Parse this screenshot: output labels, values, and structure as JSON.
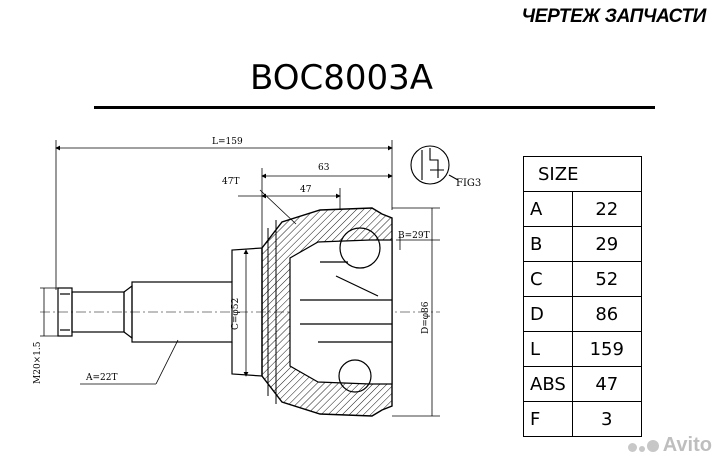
{
  "header": {
    "doc_title": "ЧЕРТЕЖ ЗАПЧАСТИ",
    "part_number": "BOC8003A"
  },
  "drawing": {
    "labels": {
      "overall_length": "L=159",
      "dim_63": "63",
      "dim_47": "47",
      "abs_teeth": "47T",
      "fig_ref": "FIG3",
      "inner_spline": "B=29T",
      "diameter_c": "C=φ52",
      "diameter_d": "D=φ86",
      "thread": "M20×1.5",
      "outer_spline": "A=22T"
    }
  },
  "size_table": {
    "header": "SIZE",
    "rows": [
      {
        "key": "A",
        "value": "22"
      },
      {
        "key": "B",
        "value": "29"
      },
      {
        "key": "C",
        "value": "52"
      },
      {
        "key": "D",
        "value": "86"
      },
      {
        "key": "L",
        "value": "159"
      },
      {
        "key": "ABS",
        "value": "47"
      },
      {
        "key": "F",
        "value": "3"
      }
    ]
  },
  "watermark": {
    "text": "Avito"
  }
}
